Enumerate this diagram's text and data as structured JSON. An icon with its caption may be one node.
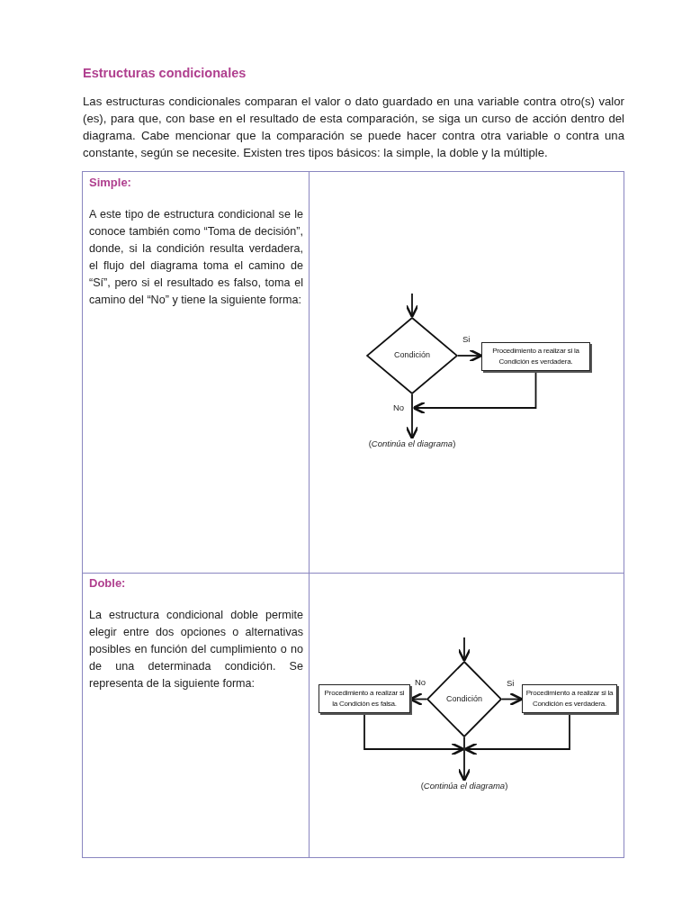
{
  "diagram": {
    "title": "Estructuras condicionales",
    "nodes": [
      {
        "text": [
          "Condición"
        ]
      },
      {
        "text": [
          "Procedimiento a realizar si la Condición es verdadera."
        ]
      },
      {
        "text": [
          "(*Continúa el diagrama*)"
        ]
      },
      {
        "text": [
          "Condición"
        ]
      },
      {
        "text": [
          "Procedimiento a realizar si la Condición es falsa."
        ]
      },
      {
        "text": [
          "Procedimiento a realizar si la Condición es verdadera."
        ]
      },
      {
        "text": [
          "(*Continúa el diagrama*)"
        ]
      }
    ],
    "edges": [
      {
        "from": null,
        "to": 0,
        "arrow": "to"
      },
      {
        "from": 0,
        "to": 1,
        "arrow": "to",
        "label": "Si"
      },
      {
        "from": 1,
        "to": 2,
        "arrow": "to"
      },
      {
        "from": 0,
        "to": 2,
        "arrow": "to",
        "label": "No"
      },
      {
        "from": null,
        "to": 3,
        "arrow": "to"
      },
      {
        "from": 3,
        "to": 4,
        "arrow": "to",
        "label": "No"
      },
      {
        "from": 3,
        "to": 5,
        "arrow": "to",
        "label": "Si"
      },
      {
        "from": 4,
        "to": 6,
        "arrow": "to"
      },
      {
        "from": 5,
        "to": 6,
        "arrow": "to"
      },
      {
        "from": 3,
        "to": 6,
        "arrow": "to"
      }
    ],
    "labels": [
      "Las estructuras condicionales comparan el valor o dato guardado en una variable contra otro(s) valor (es), para que, con base en el resultado de esta comparación, se siga un curso de acción dentro del diagrama. Cabe mencionar que la comparación se puede hacer contra otra variable o contra una constante, según se necesite. Existen tres tipos básicos: la simple, la doble y la múltiple.",
      "Simple:",
      "A este tipo de estructura condicional se le conoce también como “Toma de decisión”, donde, si la condición resulta verdadera, el flujo del diagrama toma el camino de “Sí”, pero si el resultado es falso, toma el camino del “No” y tiene la siguiente forma:",
      "Doble:",
      "La estructura condicional doble permite elegir entre dos opciones o alternativas posibles en función del cumplimiento o no de una determinada condición. Se representa de la siguiente forma:"
    ]
  }
}
